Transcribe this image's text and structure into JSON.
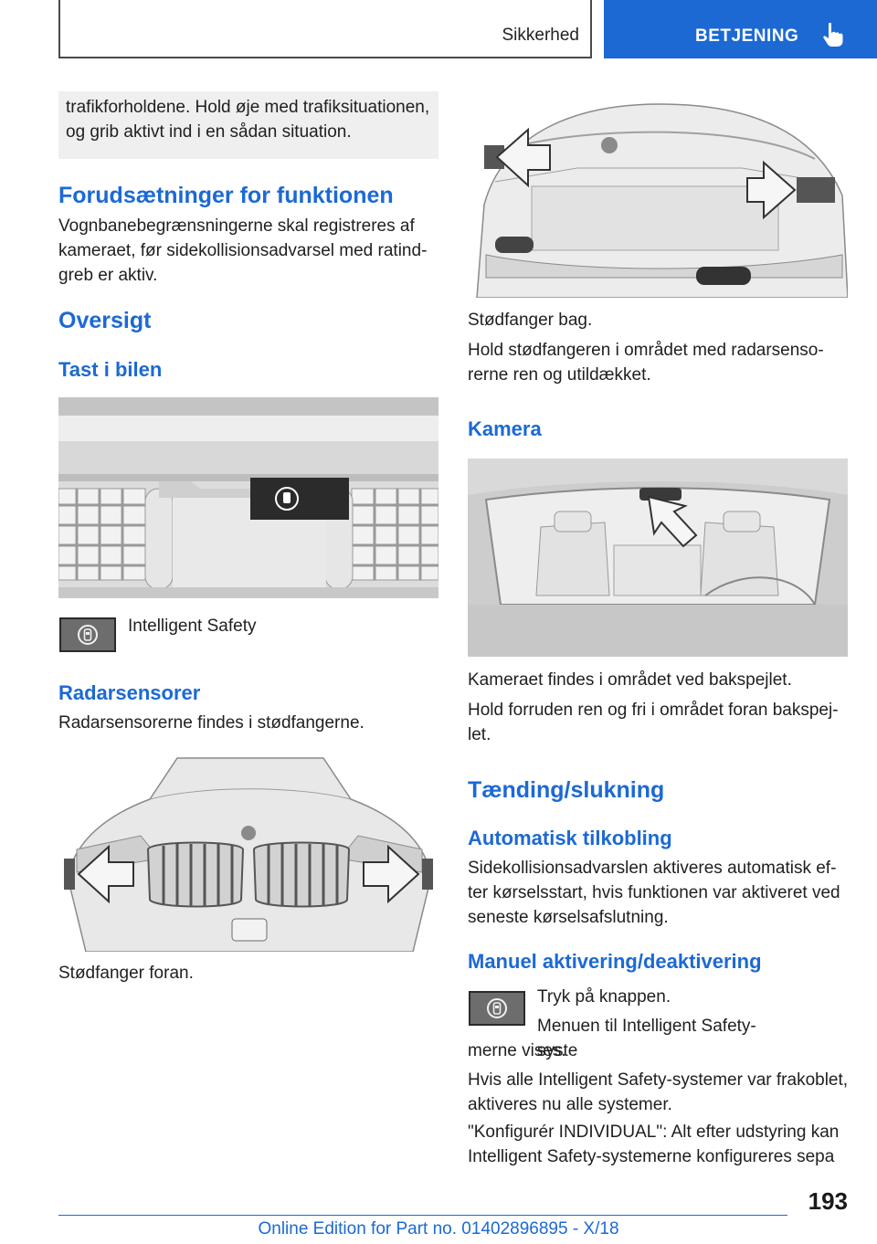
{
  "header": {
    "section": "Sikkerhed",
    "tab": "BETJENING"
  },
  "left": {
    "note": "trafikforholdene. Hold øje med trafiksituationen, og grib aktivt ind i en sådan situation.",
    "h_prereq": "Forudsætninger for funktionen",
    "prereq_text": "Vognbanebegrænsningerne skal registreres af kameraet, før sidekollisionsadvarsel med ratind­greb er aktiv.",
    "h_overview": "Oversigt",
    "h_button": "Tast i bilen",
    "button_caption": "Intelligent Safety",
    "h_radar": "Radarsensorer",
    "radar_text": "Radarsensorerne findes i stødfangerne.",
    "front_caption": "Stødfanger foran."
  },
  "right": {
    "rear_caption": "Stødfanger bag.",
    "rear_text": "Hold stødfangeren i området med radarsenso­rerne ren og utildækket.",
    "h_camera": "Kamera",
    "camera_caption": "Kameraet findes i området ved bakspejlet.",
    "camera_text": "Hold forruden ren og fri i området foran bakspej­let.",
    "h_onoff": "Tænding/slukning",
    "h_auto": "Automatisk tilkobling",
    "auto_text": "Sidekollisionsadvarslen aktiveres automatisk ef­ter kørselsstart, hvis funktionen var aktiveret ved seneste kørselsafslutning.",
    "h_manual": "Manuel aktivering/deaktivering",
    "press": "Tryk på knappen.",
    "menu_text_1": "Menuen til Intelligent Safety-syste­",
    "menu_text_2": "merne vises.",
    "all_off_text": "Hvis alle Intelligent Safety-systemer var frakoblet, aktiveres nu alle systemer.",
    "configure_text": "\"Konfigurér INDIVIDUAL\": Alt efter udstyring kan Intelligent Safety-systemerne konfigureres sepa­"
  },
  "footer": {
    "page_number": "193",
    "edition": "Online Edition for Part no. 01402896895 - X/18"
  },
  "colors": {
    "accent": "#1c69d4"
  },
  "icons": [
    "hand-pointer-icon",
    "intelligent-safety-icon",
    "arrow-icon"
  ]
}
